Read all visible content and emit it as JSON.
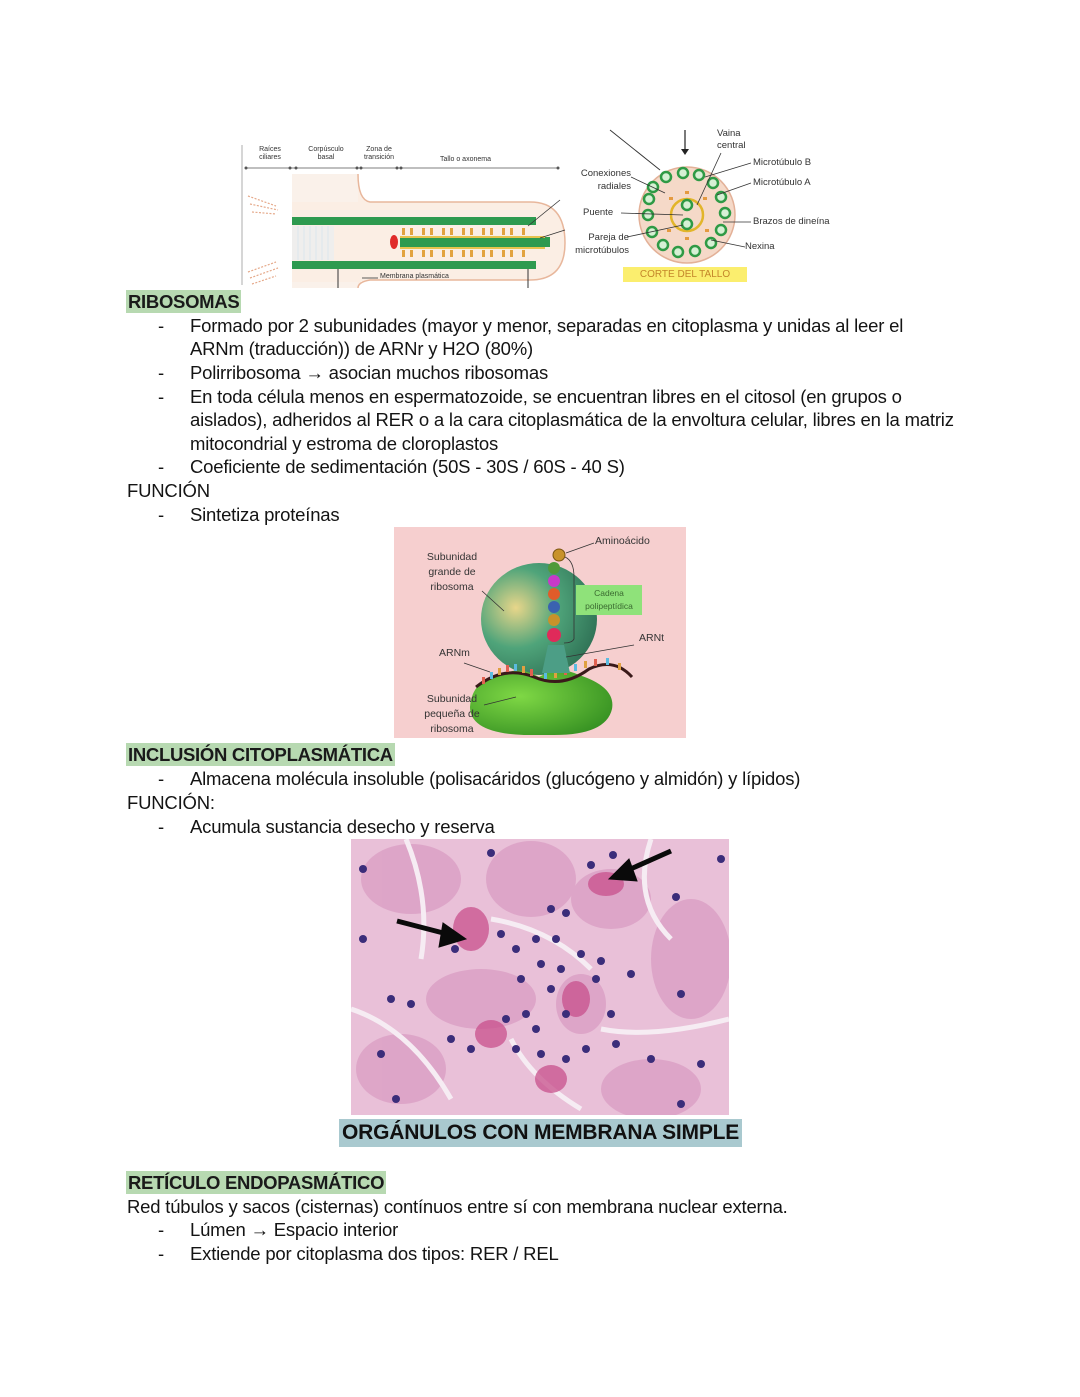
{
  "cilia_figure": {
    "longitudinal_labels": [
      "Raíces ciliares",
      "Corpúsculo basal",
      "Zona de transición",
      "Tallo o axonema"
    ],
    "membrane_label": "Membrana plasmática",
    "cross_section_labels": {
      "vaina_central": "Vaina central",
      "microtubulo_b": "Microtúbulo B",
      "microtubulo_a": "Microtúbulo A",
      "conexiones_radiales": "Conexiones radiales",
      "puente": "Puente",
      "pareja_microtubulos": "Pareja de microtúbulos",
      "brazos_dineina": "Brazos de dineína",
      "nexina": "Nexina"
    },
    "caption": "CORTE DEL TALLO"
  },
  "ribosomas": {
    "heading": "RIBOSOMAS",
    "bullets": [
      [
        "Formado por 2 subunidades (mayor y menor, separadas en citoplasma y unidas al leer el",
        "ARNm (traducción)) de ARNr y H2O (80%)"
      ],
      [
        "Polirribosoma → asocian muchos ribosomas"
      ],
      [
        "En toda célula menos en espermatozoide, se encuentran libres en el citosol (en grupos o",
        "aislados), adheridos al RER o a la cara citoplasmática de la envoltura celular, libres en la matriz",
        "mitocondrial y estroma de cloroplastos"
      ],
      [
        "Coeficiente de sedimentación (50S - 30S / 60S - 40 S)"
      ]
    ],
    "funcion_label": "FUNCIÓN",
    "funcion_bullets": [
      "Sintetiza proteínas"
    ]
  },
  "ribosome_figure": {
    "labels": {
      "subunidad_grande": [
        "Subunidad",
        "grande de",
        "ribosoma"
      ],
      "aminoacido": "Aminoácido",
      "cadena": [
        "Cadena",
        "polipeptídica"
      ],
      "arnt": "ARNt",
      "arnm": "ARNm",
      "subunidad_pequena": [
        "Subunidad",
        "pequeña de",
        "ribosoma"
      ]
    }
  },
  "inclusion": {
    "heading": "INCLUSIÓN CITOPLASMÁTICA",
    "bullets": [
      "Almacena molécula insoluble (polisacáridos (glucógeno y almidón) y lípidos)"
    ],
    "funcion_label": "FUNCIÓN:",
    "funcion_bullets": [
      "Acumula sustancia desecho y reserva"
    ]
  },
  "section": {
    "title": "ORGÁNULOS CON MEMBRANA SIMPLE"
  },
  "reticulo": {
    "heading": "RETÍCULO ENDOPASMÁTICO",
    "intro": "Red túbulos y sacos (cisternas) contínuos entre sí con membrana nuclear externa.",
    "bullets": [
      "Lúmen → Espacio interior",
      "Extiende por citoplasma dos tipos: RER / REL"
    ]
  },
  "dash": "-",
  "colors": {
    "heading_highlight_green": "#b7d9b1",
    "section_highlight_blue": "#a9c9cf",
    "ribosome_bg": "#f6cfcf",
    "histology_bg": "#e6b6d4"
  }
}
